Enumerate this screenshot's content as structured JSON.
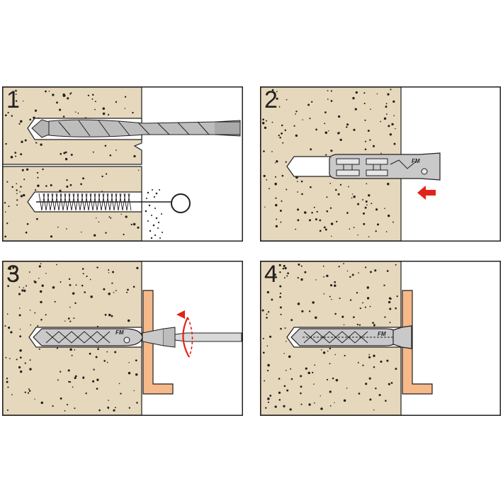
{
  "steps": [
    {
      "number": "1",
      "action": "drill-and-clean"
    },
    {
      "number": "2",
      "action": "insert-anchor"
    },
    {
      "number": "3",
      "action": "drive-screw"
    },
    {
      "number": "4",
      "action": "fixed"
    }
  ],
  "anchor_mark": "FM",
  "colors": {
    "wall": "#e6d8bc",
    "outline": "#231f20",
    "anchor": "#c9c9c9",
    "bracket": "#f5b98a",
    "arrow": "#e2231a",
    "background": "#ffffff"
  },
  "icons": [
    "drill-bit-icon",
    "cleaning-brush-icon",
    "dust-icon",
    "push-arrow-icon",
    "rotation-arrow-icon",
    "screwdriver-icon",
    "wall-plug-icon",
    "screw-icon",
    "bracket-icon"
  ]
}
